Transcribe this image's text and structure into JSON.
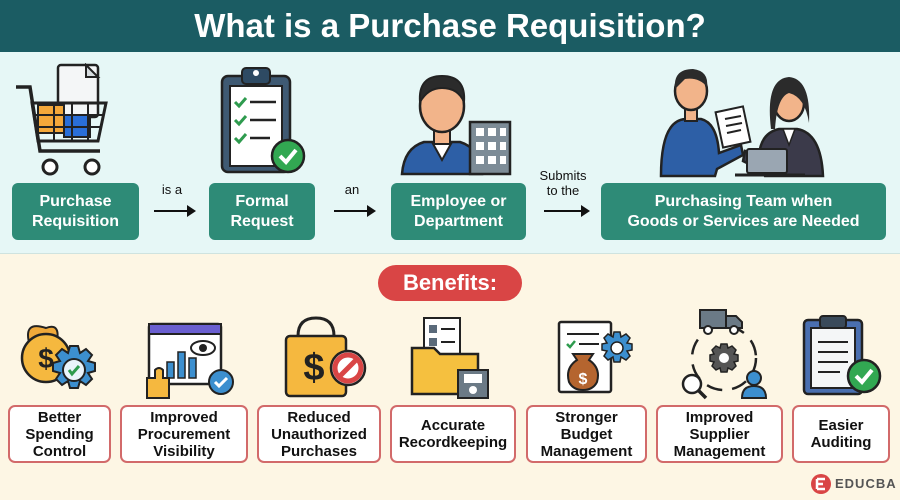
{
  "title": "What is a Purchase Requisition?",
  "flow": [
    {
      "label": "Purchase\nRequisition",
      "icon": "shopping-cart-icon"
    },
    {
      "label": "Formal\nRequest",
      "icon": "checklist-clipboard-icon"
    },
    {
      "label": "Employee or\nDepartment",
      "icon": "employee-building-icon"
    },
    {
      "label": "Purchasing Team when\nGoods or Services are Needed",
      "icon": "purchasing-team-icon"
    }
  ],
  "connectors": [
    "is a",
    "an",
    "Submits\nto the"
  ],
  "benefits_title": "Benefits:",
  "benefits": [
    {
      "label": "Better\nSpending\nControl",
      "icon": "money-gear-icon"
    },
    {
      "label": "Improved\nProcurement\nVisibility",
      "icon": "dashboard-eye-icon"
    },
    {
      "label": "Reduced\nUnauthorized\nPurchases",
      "icon": "shopping-bag-prohibited-icon"
    },
    {
      "label": "Accurate\nRecordkeeping",
      "icon": "folder-records-icon"
    },
    {
      "label": "Stronger\nBudget\nManagement",
      "icon": "budget-document-icon"
    },
    {
      "label": "Improved\nSupplier\nManagement",
      "icon": "supplier-cycle-icon"
    },
    {
      "label": "Easier\nAuditing",
      "icon": "audit-clipboard-icon"
    }
  ],
  "logo_text": "EDUCBA",
  "colors": {
    "header": "#1b5c63",
    "flow_box": "#2e8b77",
    "benefit_border": "#d26a6a",
    "benefits_pill": "#d94545"
  }
}
